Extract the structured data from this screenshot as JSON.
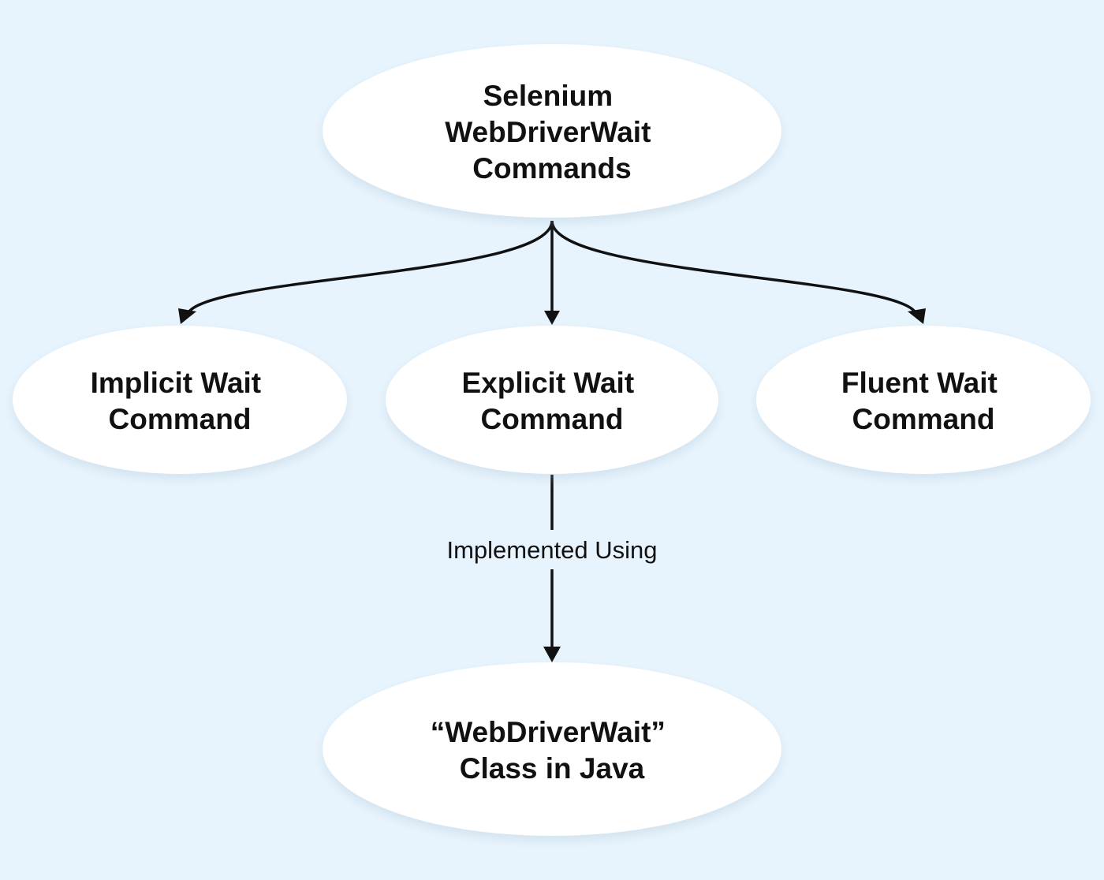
{
  "colors": {
    "background": "#e8f4fd",
    "node_fill": "#ffffff",
    "edge": "#111111",
    "text": "#111111"
  },
  "nodes": {
    "root": {
      "line1": "Selenium",
      "line2": "WebDriverWait",
      "line3": "Commands"
    },
    "implicit": {
      "line1": "Implicit Wait",
      "line2": "Command"
    },
    "explicit": {
      "line1": "Explicit Wait",
      "line2": "Command"
    },
    "fluent": {
      "line1": "Fluent Wait",
      "line2": "Command"
    },
    "webdriverwait": {
      "line1": "“WebDriverWait”",
      "line2": "Class in Java"
    }
  },
  "edges": {
    "explicit_to_class_label": "Implemented Using"
  }
}
